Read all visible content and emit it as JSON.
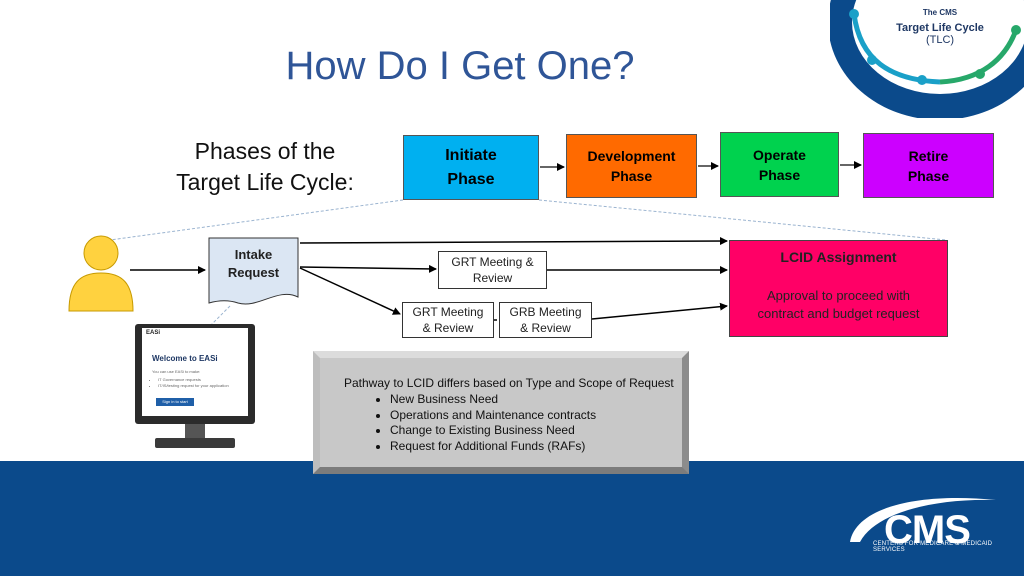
{
  "title": "How Do I Get One?",
  "phases_label": [
    "Phases of the",
    "Target Life Cycle:"
  ],
  "phases": [
    {
      "line1": "Initiate",
      "line2": "Phase",
      "color": "#00b0f0"
    },
    {
      "line1": "Development",
      "line2": "Phase",
      "color": "#ff6a00"
    },
    {
      "line1": "Operate",
      "line2": "Phase",
      "color": "#00d24e"
    },
    {
      "line1": "Retire",
      "line2": "Phase",
      "color": "#cc00ff"
    }
  ],
  "intake": {
    "line1": "Intake",
    "line2": "Request"
  },
  "grt_meeting_top": {
    "line1": "GRT Meeting &",
    "line2": "Review"
  },
  "grt_meeting_bottom": {
    "line1": "GRT Meeting",
    "line2": "& Review"
  },
  "grb_meeting": {
    "line1": "GRB Meeting",
    "line2": "& Review"
  },
  "lcid": {
    "title": "LCID Assignment",
    "desc_line1": "Approval to proceed with",
    "desc_line2": "contract and budget  request",
    "color": "#ff0066"
  },
  "pathway": {
    "title": "Pathway to LCID differs based on Type and Scope of Request",
    "items": [
      "New Business Need",
      "Operations and Maintenance contracts",
      "Change to Existing Business Need",
      "Request for Additional Funds (RAFs)"
    ]
  },
  "easi": {
    "header": "EASi",
    "welcome": "Welcome to EASi",
    "desc": "You can use EASi to make:",
    "items": [
      "IT Governance requests",
      "IT/IS/testing request for your application"
    ],
    "button": "Sign in to start"
  },
  "tlc_badge": {
    "small": "The CMS",
    "main": "Target Life Cycle",
    "abbr": "(TLC)"
  },
  "cms_logo": {
    "text": "CMS",
    "subtitle": "CENTERS FOR MEDICARE & MEDICAID SERVICES"
  },
  "colors": {
    "title": "#2f5597",
    "footer": "#0b4a8b",
    "person": "#ffd23f"
  },
  "icons": {
    "person": "person-icon",
    "monitor": "monitor-icon"
  }
}
